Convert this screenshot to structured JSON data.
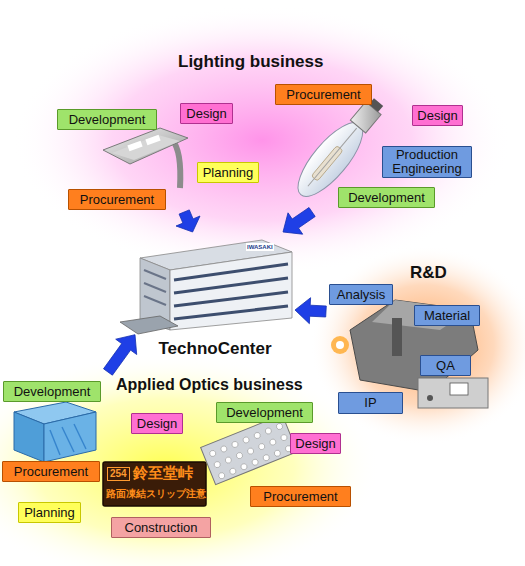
{
  "diagram": {
    "nodes": [
      {
        "text": [
          "Lighting business"
        ]
      },
      {
        "text": [
          "Development"
        ],
        "in": 0
      },
      {
        "text": [
          "Design"
        ],
        "in": 0
      },
      {
        "text": [
          "Procurement"
        ],
        "in": 0
      },
      {
        "text": [
          "Design"
        ],
        "in": 0
      },
      {
        "text": [
          "Planning"
        ],
        "in": 0
      },
      {
        "text": [
          "Production Engineering"
        ],
        "in": 0
      },
      {
        "text": [
          "Procurement"
        ],
        "in": 0
      },
      {
        "text": [
          "Development"
        ],
        "in": 0
      },
      {
        "text": [
          "TechnoCenter"
        ]
      },
      {
        "text": [
          "R&D"
        ]
      },
      {
        "text": [
          "Analysis"
        ],
        "in": 10
      },
      {
        "text": [
          "Material"
        ],
        "in": 10
      },
      {
        "text": [
          "QA"
        ],
        "in": 10
      },
      {
        "text": [
          "IP"
        ],
        "in": 10
      },
      {
        "text": [
          "Applied Optics business"
        ]
      },
      {
        "text": [
          "Development"
        ],
        "in": 15
      },
      {
        "text": [
          "Design"
        ],
        "in": 15
      },
      {
        "text": [
          "Development"
        ],
        "in": 15
      },
      {
        "text": [
          "Design"
        ],
        "in": 15
      },
      {
        "text": [
          "Procurement"
        ],
        "in": 15
      },
      {
        "text": [
          "Procurement"
        ],
        "in": 15
      },
      {
        "text": [
          "Planning"
        ],
        "in": 15
      },
      {
        "text": [
          "Construction"
        ],
        "in": 15
      }
    ],
    "edges": [
      {
        "from": 0,
        "to": 9,
        "arrow": "to"
      },
      {
        "from": 0,
        "to": 9,
        "arrow": "to"
      },
      {
        "from": 10,
        "to": 9,
        "arrow": "to"
      },
      {
        "from": 15,
        "to": 9,
        "arrow": "to"
      }
    ],
    "labels": [
      "IWASAKI",
      "254",
      "鈴至堂峠",
      "路面凍結スリップ注意"
    ]
  }
}
